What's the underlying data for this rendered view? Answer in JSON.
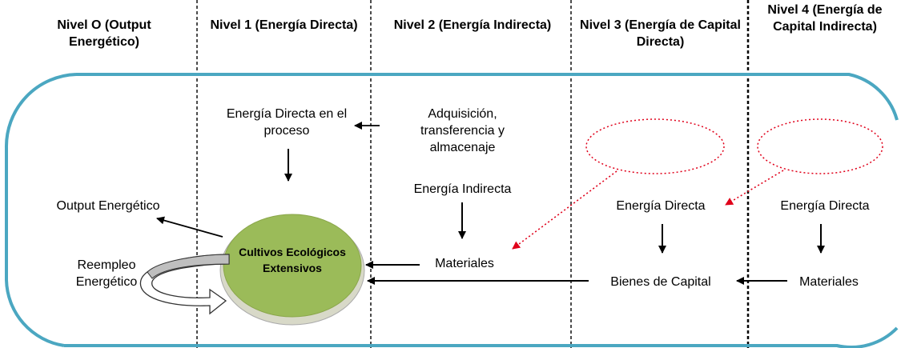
{
  "headers": {
    "level0": "Nivel O (Output Energético)",
    "level1": "Nivel 1 (Energía Directa)",
    "level2": "Nivel 2 (Energía Indirecta)",
    "level3": "Nivel 3 (Energía de Capital Directa)",
    "level4": "Nivel 4 (Energía de Capital Indirecta)"
  },
  "labels": {
    "output": "Output Energético",
    "reempleo": "Reempleo Energético",
    "direct_process": "Energía Directa en el proceso",
    "acquisition": "Adquisición, transferencia y almacenaje",
    "indirect_energy": "Energía Indirecta",
    "materials_l2": "Materiales",
    "direct_energy_l3": "Energía Directa",
    "capital_goods": "Bienes de Capital",
    "direct_energy_l4": "Energía Directa",
    "materials_l4": "Materiales",
    "crops": "Cultivos Ecológicos Extensivos"
  },
  "colors": {
    "frame": "#4ba7c1",
    "circle": "#9bbb59",
    "circle_rim": "#c9cbb4",
    "red_dotted": "#e0001a",
    "divider": "#000000"
  }
}
